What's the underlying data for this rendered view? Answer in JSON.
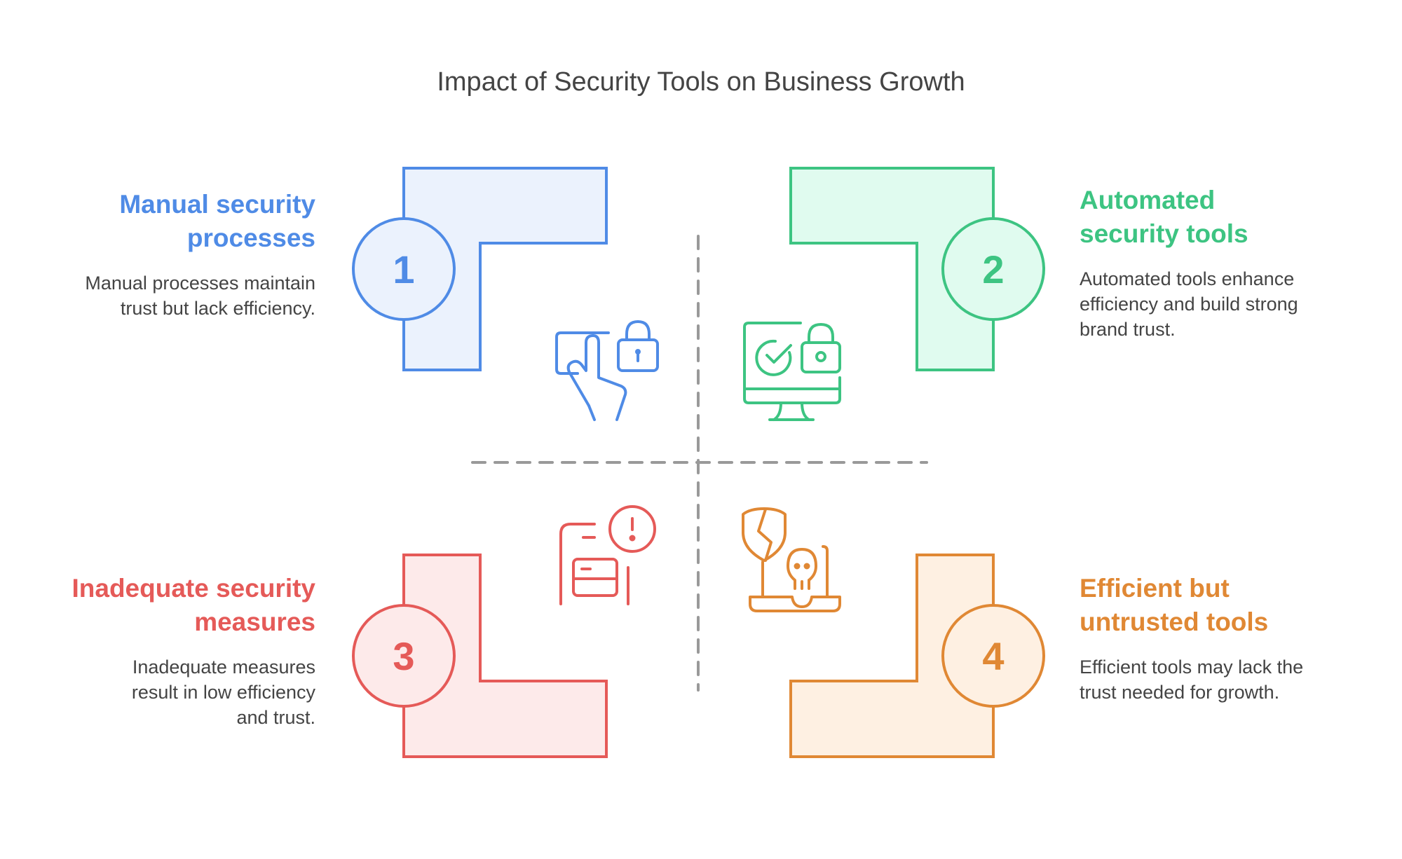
{
  "title": "Impact of Security Tools on Business Growth",
  "quadrants": [
    {
      "number": "1",
      "heading": "Manual security processes",
      "description": "Manual processes maintain trust but lack efficiency.",
      "icon": "touch-lock-icon",
      "color": "#4f8be6",
      "fill": "#ebf2fd"
    },
    {
      "number": "2",
      "heading": "Automated security tools",
      "description": "Automated tools enhance efficiency and build strong brand trust.",
      "icon": "monitor-check-lock-icon",
      "color": "#3dc482",
      "fill": "#e0fbef"
    },
    {
      "number": "3",
      "heading": "Inadequate security measures",
      "description": "Inadequate measures result in low efficiency and trust.",
      "icon": "phone-card-alert-icon",
      "color": "#e55a58",
      "fill": "#fdeaea"
    },
    {
      "number": "4",
      "heading": "Efficient but untrusted tools",
      "description": "Efficient tools may lack the trust needed for growth.",
      "icon": "broken-shield-skull-laptop-icon",
      "color": "#e08834",
      "fill": "#fef0e2"
    }
  ],
  "divider_color": "#999999"
}
